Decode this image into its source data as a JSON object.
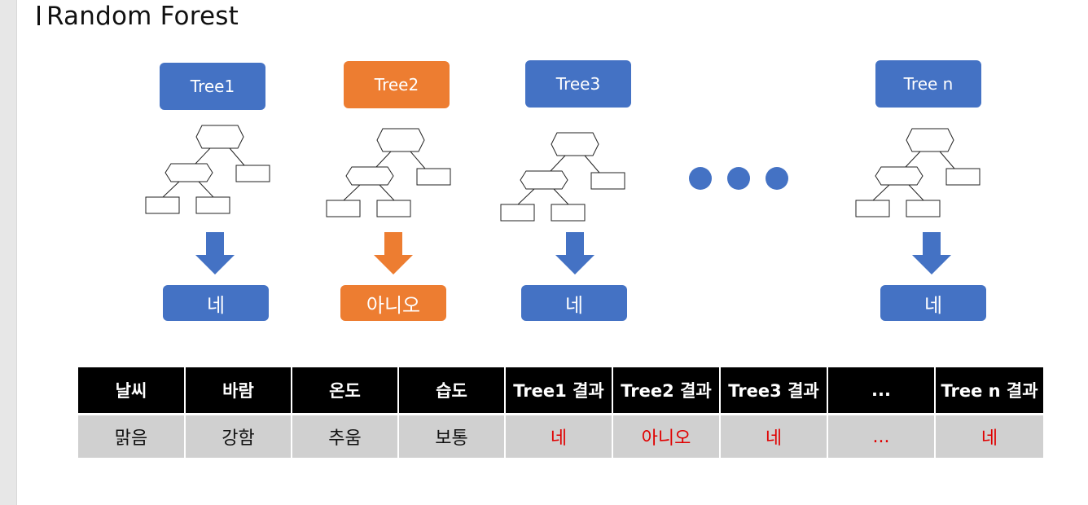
{
  "title": "Random Forest",
  "colors": {
    "blue": "#4472c4",
    "orange": "#ed7d31",
    "highlight_text": "#e00000"
  },
  "trees": [
    {
      "label": "Tree1",
      "result": "네",
      "color": "blue"
    },
    {
      "label": "Tree2",
      "result": "아니오",
      "color": "orange"
    },
    {
      "label": "Tree3",
      "result": "네",
      "color": "blue"
    },
    {
      "label": "Tree n",
      "result": "네",
      "color": "blue"
    }
  ],
  "ellipsis_icon": "three-dots",
  "table": {
    "headers": [
      "날씨",
      "바람",
      "온도",
      "습도",
      "Tree1 결과",
      "Tree2 결과",
      "Tree3 결과",
      "...",
      "Tree n 결과"
    ],
    "row": [
      "맑음",
      "강함",
      "추움",
      "보통",
      "네",
      "아니오",
      "네",
      "...",
      "네"
    ]
  }
}
